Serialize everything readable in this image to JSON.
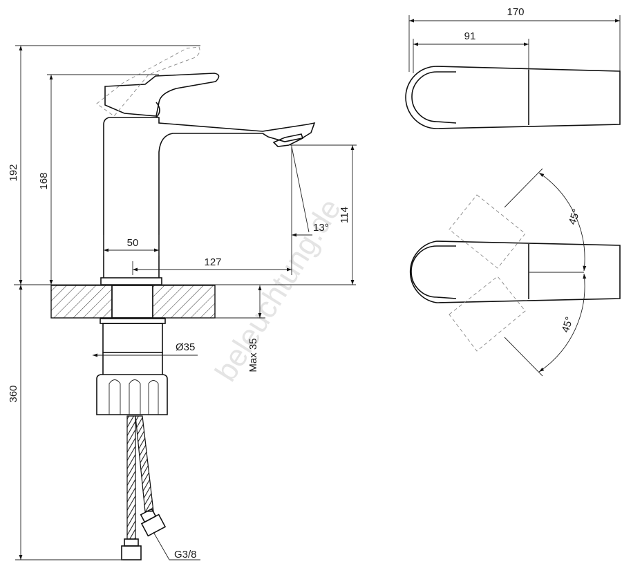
{
  "watermark": "beleuchtung.de",
  "side_view": {
    "dims": {
      "total_height": "192",
      "spout_height": "168",
      "base_width": "50",
      "spout_reach": "127",
      "outlet_height": "114",
      "outlet_angle": "13°",
      "body_diameter": "Ø35",
      "max_thickness": "Max 35",
      "below_height": "360",
      "connection": "G3/8"
    }
  },
  "top_view": {
    "dims": {
      "total_length": "170",
      "handle_length": "91"
    }
  },
  "rotation_view": {
    "dims": {
      "angle_up": "45°",
      "angle_down": "45°"
    }
  },
  "colors": {
    "line": "#111111",
    "watermark": "#e4e4e4"
  }
}
